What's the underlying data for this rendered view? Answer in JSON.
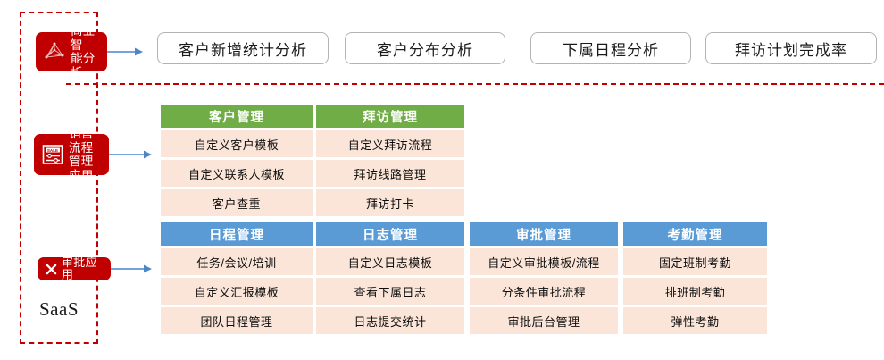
{
  "diagram": {
    "container_label": "SaaS",
    "accent_red": "#c00000",
    "accent_green": "#70ad47",
    "accent_blue": "#5b9bd5",
    "item_bg": "#fae5d8"
  },
  "applications": [
    {
      "id": "bi",
      "label": "商业智\n能分析",
      "icon": "network-graph-icon"
    },
    {
      "id": "sales",
      "label": "销售流程\n管理应用",
      "icon": "sale-slider-icon"
    },
    {
      "id": "approval",
      "label": "审批应用",
      "icon": "cross-scissors-icon"
    }
  ],
  "analysis_buttons": [
    {
      "label": "客户新增统计分析"
    },
    {
      "label": "客户分布分析"
    },
    {
      "label": "下属日程分析"
    },
    {
      "label": "拜访计划完成率"
    }
  ],
  "green_cards": [
    {
      "title": "客户管理",
      "items": [
        "自定义客户模板",
        "自定义联系人模板",
        "客户查重"
      ]
    },
    {
      "title": "拜访管理",
      "items": [
        "自定义拜访流程",
        "拜访线路管理",
        "拜访打卡"
      ]
    }
  ],
  "blue_cards": [
    {
      "title": "日程管理",
      "items": [
        "任务/会议/培训",
        "自定义汇报模板",
        "团队日程管理"
      ]
    },
    {
      "title": "日志管理",
      "items": [
        "自定义日志模板",
        "查看下属日志",
        "日志提交统计"
      ]
    },
    {
      "title": "审批管理",
      "items": [
        "自定义审批模板/流程",
        "分条件审批流程",
        "审批后台管理"
      ]
    },
    {
      "title": "考勤管理",
      "items": [
        "固定班制考勤",
        "排班制考勤",
        "弹性考勤"
      ]
    }
  ]
}
